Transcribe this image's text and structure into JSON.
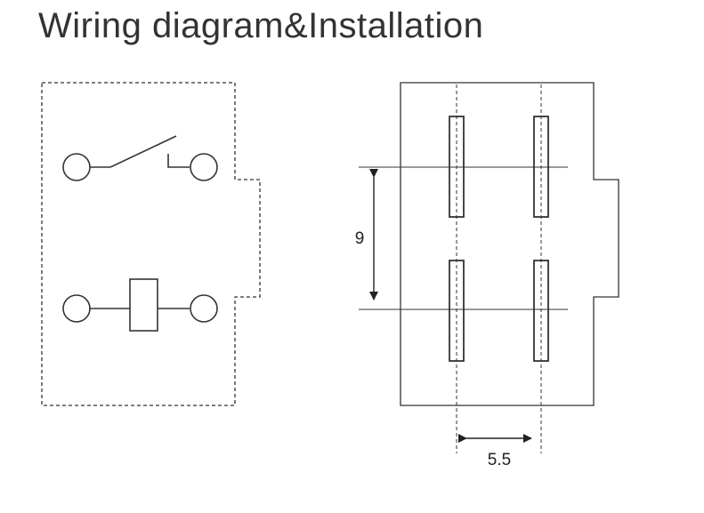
{
  "title": "Wiring diagram&Installation",
  "wiring_diagram": {
    "components": [
      "switch-contact",
      "coil"
    ]
  },
  "installation": {
    "vertical_dimension": "9",
    "horizontal_dimension": "5.5"
  },
  "colors": {
    "line": "#333333",
    "text": "#222222",
    "background": "#ffffff"
  }
}
